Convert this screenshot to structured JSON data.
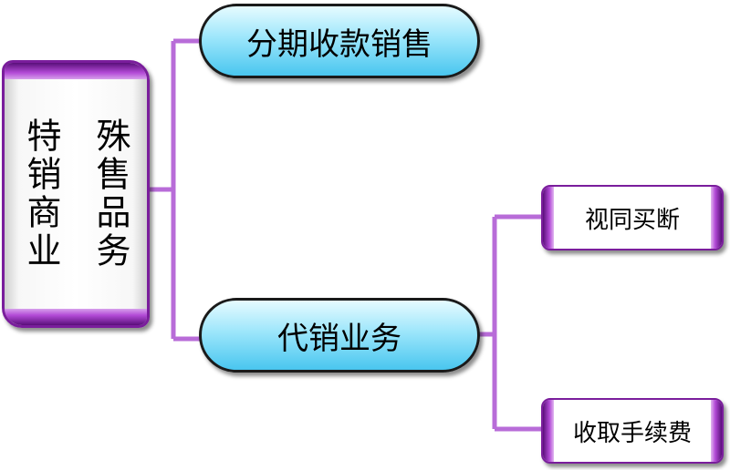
{
  "diagram": {
    "root": {
      "col_left": "特销商业",
      "col_right": "殊售品务"
    },
    "branch_1": "分期收款销售",
    "branch_2": "代销业务",
    "leaf_1": "视同买断",
    "leaf_2": "收取手续费"
  },
  "colors": {
    "connector": "#b86cd8",
    "scroll_purple": "#7a1d9c",
    "pill_cyan": "#49c6ef"
  }
}
